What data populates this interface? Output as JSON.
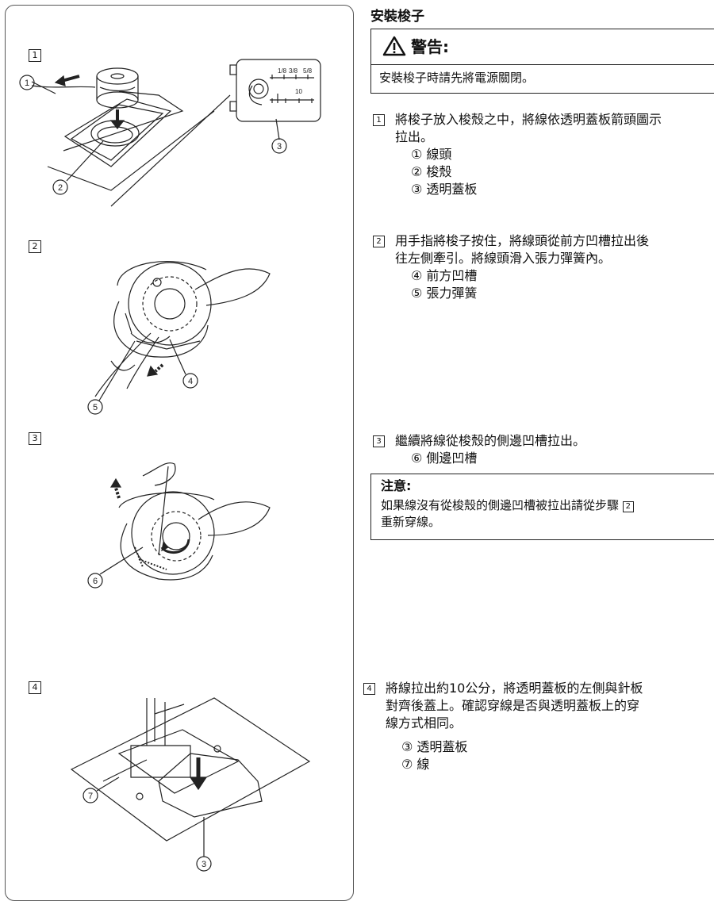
{
  "title": "安裝梭子",
  "warning": {
    "icon": "warning-triangle-icon",
    "heading": "警告:",
    "text": "安裝梭子時請先將電源關閉。"
  },
  "illustration": {
    "step_boxes": [
      "1",
      "2",
      "3",
      "4"
    ],
    "callouts": [
      "①",
      "②",
      "③",
      "④",
      "⑤",
      "⑥",
      "⑦",
      "③"
    ],
    "cover_plate_scale": [
      "1/8",
      "3/8",
      "5/8",
      "10"
    ]
  },
  "steps": [
    {
      "num": "1",
      "lines": [
        "將梭子放入梭殼之中，將線依透明蓋板箭頭圖示",
        "拉出。"
      ],
      "items": [
        "① 線頭",
        "② 梭殼",
        "③ 透明蓋板"
      ]
    },
    {
      "num": "2",
      "lines": [
        "用手指將梭子按住，將線頭從前方凹槽拉出後",
        "往左側牽引。將線頭滑入張力彈簧內。"
      ],
      "items": [
        "④ 前方凹槽",
        "⑤ 張力彈簧"
      ]
    },
    {
      "num": "3",
      "lines": [
        "繼續將線從梭殼的側邊凹槽拉出。"
      ],
      "items": [
        "⑥ 側邊凹槽"
      ]
    },
    {
      "num": "4",
      "lines": [
        "將線拉出約10公分，將透明蓋板的左側與針板",
        "對齊後蓋上。確認穿線是否與透明蓋板上的穿",
        "線方式相同。"
      ],
      "items": [
        "③ 透明蓋板",
        "⑦ 線"
      ]
    }
  ],
  "note": {
    "heading": "注意:",
    "text_before": "如果線沒有從梭殼的側邊凹槽被拉出請從步驟",
    "step_ref": "2",
    "text_after": "重新穿線。"
  }
}
